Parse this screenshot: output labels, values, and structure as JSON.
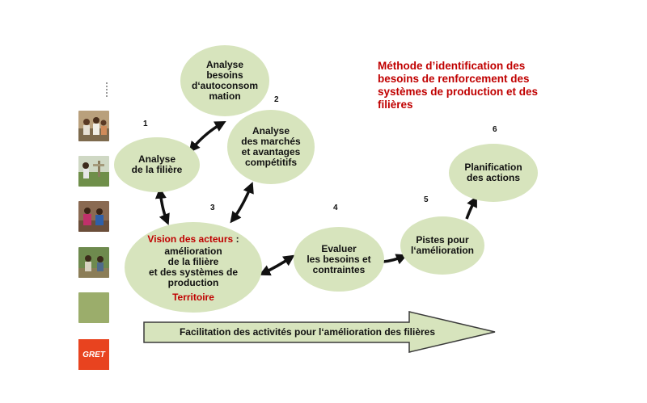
{
  "title": "Méthode d’identification des\nbesoins de renforcement des\nsystèmes de production et des\nfilières",
  "nodes": {
    "autoconsommation": "Analyse\nbesoins\nd‘autoconsom\nmation",
    "filiere": "Analyse\nde la filière",
    "marches": "Analyse\ndes marchés\net avantages\ncompétitifs",
    "vision_title": "Vision  des acteurs",
    "vision_colon": " :",
    "vision_body": "amélioration\nde la filière\net des systèmes de\nproduction",
    "vision_territoire": "Territoire",
    "evaluer": "Evaluer\nles besoins et\ncontraintes",
    "pistes": "Pistes pour\nl‘amélioration",
    "planification": "Planification\ndes actions"
  },
  "steps": [
    "1",
    "2",
    "3",
    "4",
    "5",
    "6"
  ],
  "facilitation": "Facilitation des activités pour l‘amélioration des filières",
  "logo_text": "GRET",
  "colors": {
    "node_fill": "#d7e4bd",
    "title_red": "#c00000",
    "arrow": "#111111",
    "logo": "#e8431f",
    "thumb_green": "#9bad6b"
  },
  "side_photos": [
    "people-photo",
    "field-photo",
    "group-photo",
    "village-photo",
    "green-swatch",
    "gret-logo"
  ]
}
